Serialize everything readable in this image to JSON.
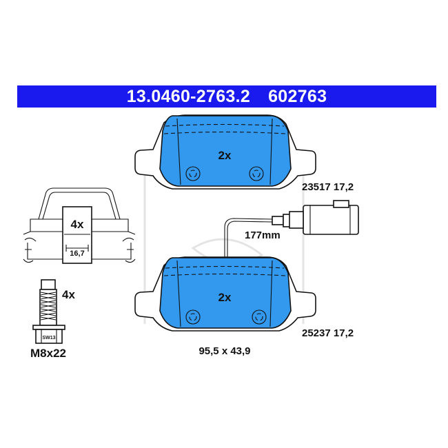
{
  "header": {
    "part_number": "13.0460-2763.2",
    "ref_number": "602763"
  },
  "pad_top": {
    "quantity": "2x",
    "code": "23517 17,2"
  },
  "pad_bottom": {
    "quantity": "2x",
    "code": "25237 17,2"
  },
  "wear_sensor": {
    "length": "177mm"
  },
  "dimensions": {
    "size": "95,5 x 43,9"
  },
  "clip": {
    "quantity": "4x",
    "dimension": "16,7"
  },
  "bolt": {
    "quantity": "4x",
    "spanner": "SW13",
    "thread": "M8x22"
  },
  "colors": {
    "header_bg": "#1a1aee",
    "pad_fill": "#3399ee",
    "line": "#111111"
  }
}
